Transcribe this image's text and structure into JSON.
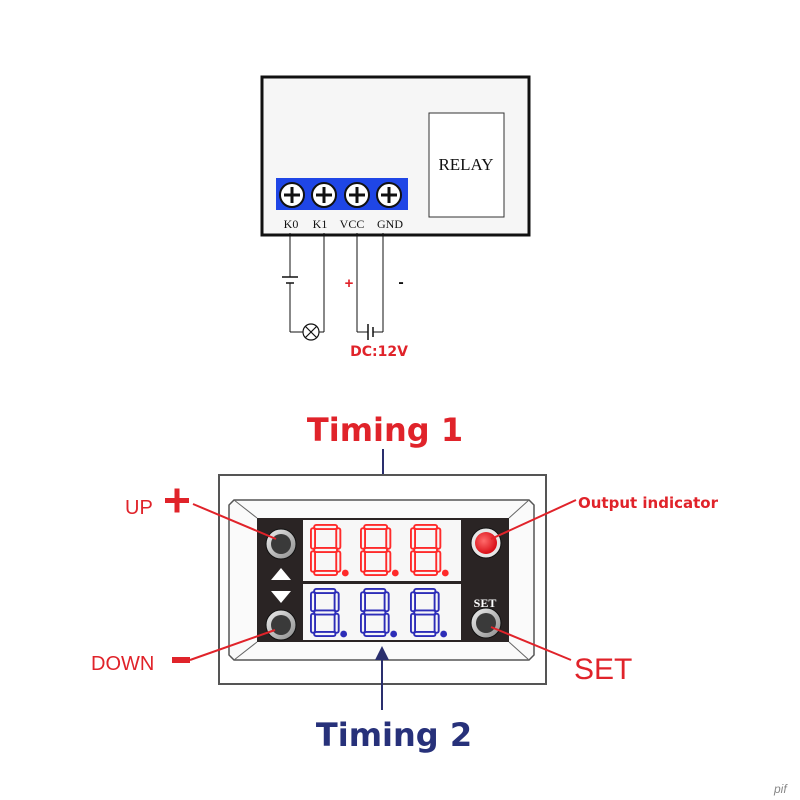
{
  "wiring": {
    "relay_label": "RELAY",
    "terminals": [
      "K0",
      "K1",
      "VCC",
      "GND"
    ],
    "plus_sign": "+",
    "minus_sign": "-",
    "supply_label": "DC:12V"
  },
  "panel": {
    "timing1_label": "Timing 1",
    "timing2_label": "Timing 2",
    "up_label": "UP",
    "down_label": "DOWN",
    "output_label": "Output indicator",
    "set_label": "SET",
    "set_button_text": "SET",
    "display_top": "8.8.8.",
    "display_bottom": "8.8.8."
  },
  "watermark": "pif",
  "colors": {
    "callout_red": "#e0232a",
    "callout_blue": "#27317a",
    "display_red": "#ff2a2a",
    "display_blue": "#2d2db8",
    "terminal_blue": "#1f46e6",
    "indicator_red": "#e3141b"
  }
}
